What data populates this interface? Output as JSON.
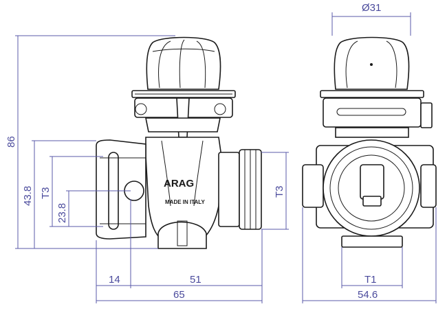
{
  "colors": {
    "dimension": "#4a4a9c",
    "outline": "#1a1a1a",
    "background": "#ffffff"
  },
  "dimensions": {
    "top_diameter": "Ø31",
    "height_total": "86",
    "height_body": "43.8",
    "thread_left": "T3",
    "height_axis": "23.8",
    "thread_right": "T3",
    "width_left_part": "14",
    "width_right_part": "51",
    "width_total_front": "65",
    "thread_bottom": "T1",
    "width_total_side": "54.6"
  },
  "markings": {
    "brand": "ARAG",
    "origin": "MADE IN ITALY"
  }
}
